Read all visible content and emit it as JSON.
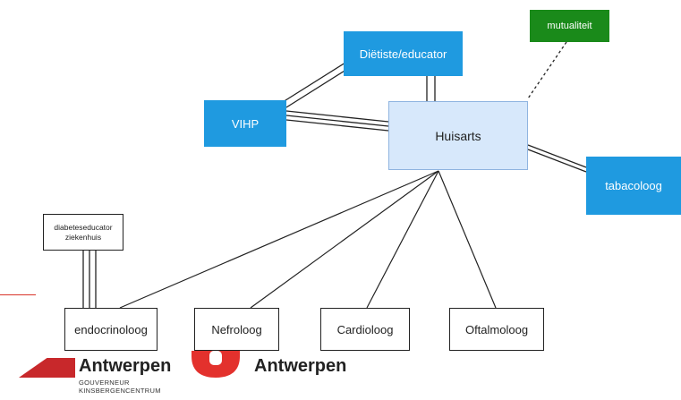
{
  "nodes": {
    "dietiste": "Diëtiste/educator",
    "mutualiteit": "mutualiteit",
    "vihp": "VIHP",
    "huisarts": "Huisarts",
    "tabacoloog": "tabacoloog",
    "diabetes_line1": "diabeteseducator",
    "diabetes_line2": "ziekenhuis",
    "endocrinoloog": "endocrinoloog",
    "nefroloog": "Nefroloog",
    "cardioloog": "Cardioloog",
    "oftalmoloog": "Oftalmoloog"
  },
  "logos": {
    "left_brand": "Antwerpen",
    "left_sub1": "GOUVERNEUR",
    "left_sub2": "KINSBERGENCENTRUM",
    "right_brand": "Antwerpen"
  },
  "colors": {
    "blue": "#1f9ae0",
    "green": "#1a8a1a",
    "light_blue": "#d7e8fb",
    "red": "#c8282b"
  }
}
